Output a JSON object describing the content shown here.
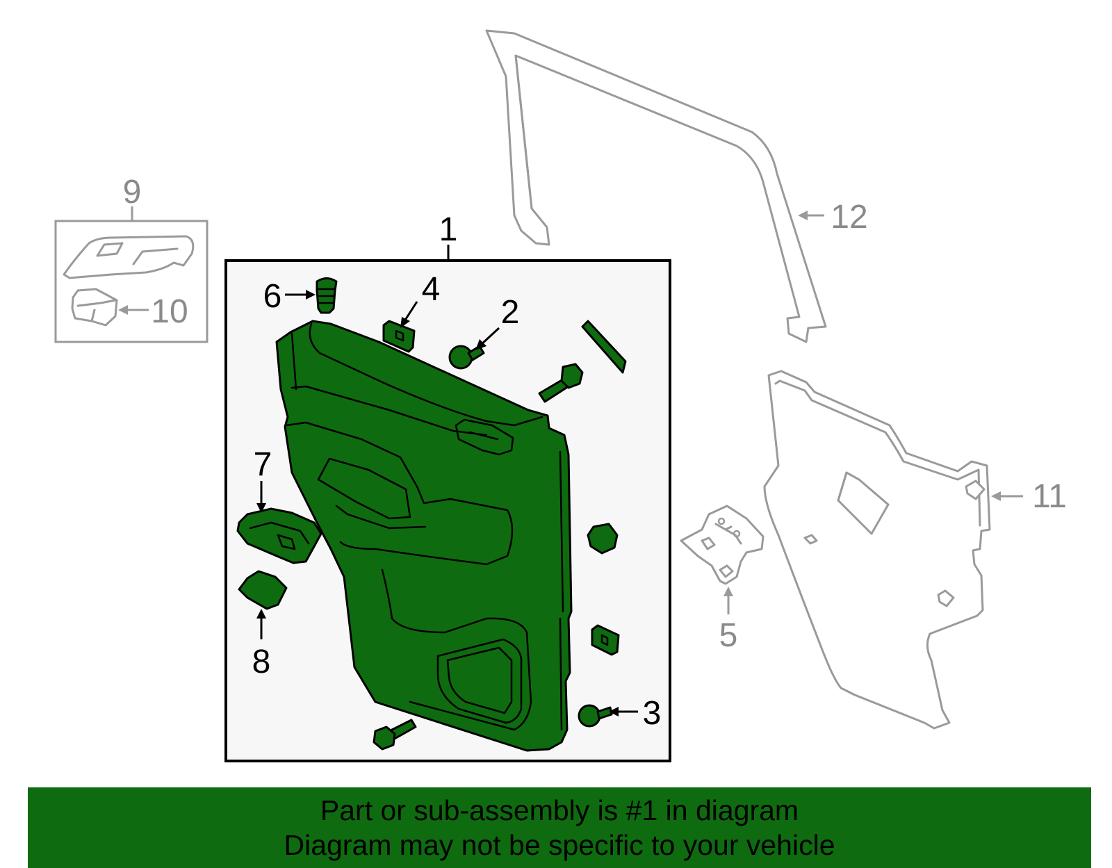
{
  "labels": {
    "p1": "1",
    "p2": "2",
    "p3": "3",
    "p4": "4",
    "p5": "5",
    "p6": "6",
    "p7": "7",
    "p8": "8",
    "p9": "9",
    "p10": "10",
    "p11": "11",
    "p12": "12"
  },
  "banner": {
    "line1": "Part or sub-assembly is #1 in diagram",
    "line2": "Diagram may not be specific to your vehicle"
  },
  "colors": {
    "highlight": "#0f6b0f",
    "other_parts": "#9a9a9a",
    "box_background": "#f7f7f7"
  }
}
